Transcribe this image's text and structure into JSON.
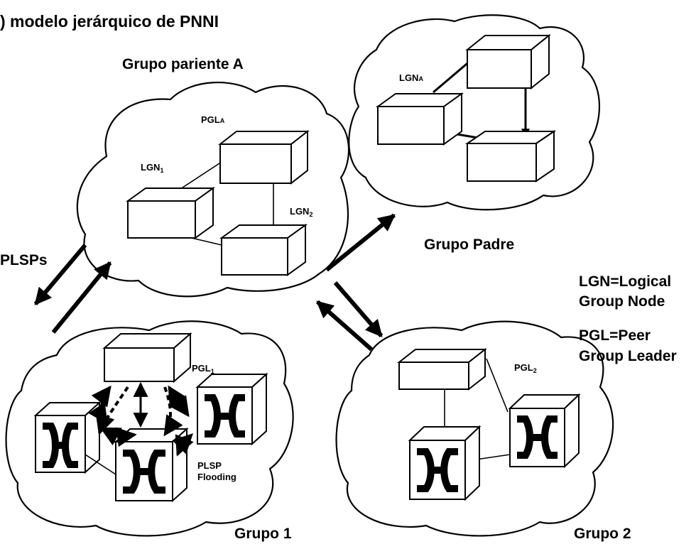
{
  "title": ") modelo jerárquico de PNNI",
  "groups": {
    "parent_a": {
      "title": "Grupo pariente A",
      "pgl": "PGL",
      "pgl_sub": "A",
      "lgn1": "LGN",
      "lgn1_sub": "1",
      "lgn2": "LGN",
      "lgn2_sub": "2"
    },
    "padre": {
      "title": "Grupo Padre",
      "lgn": "LGN",
      "lgn_sub": "A"
    },
    "grupo1": {
      "title": "Grupo 1",
      "pgl": "PGL",
      "pgl_sub": "1",
      "flooding_line1": "PLSP",
      "flooding_line2": "Flooding"
    },
    "grupo2": {
      "title": "Grupo 2",
      "pgl": "PGL",
      "pgl_sub": "2"
    }
  },
  "plsps_label": "PLSPs",
  "legend": {
    "lgn_line1": "LGN=Logical",
    "lgn_line2": "Group Node",
    "pgl_line1": "PGL=Peer",
    "pgl_line2": "Group Leader"
  }
}
